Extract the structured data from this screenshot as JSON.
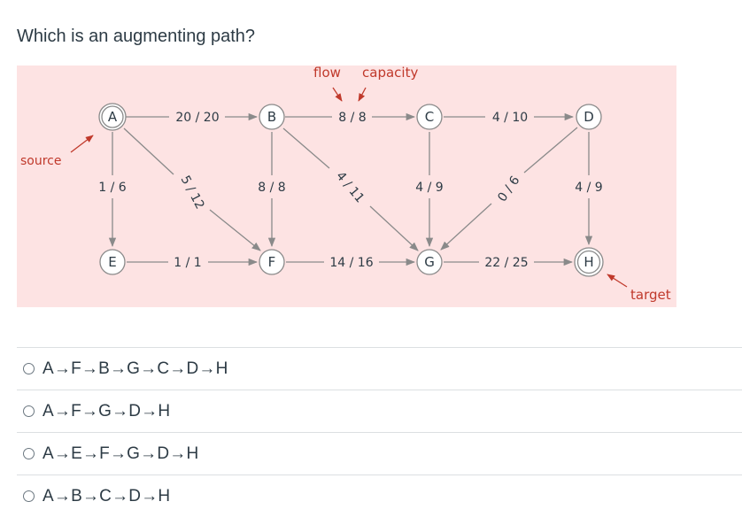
{
  "question": "Which is an augmenting path?",
  "diagram": {
    "colors": {
      "background": "#fde3e3",
      "edge": "#8a8a8a",
      "annotation_arrow": "#c0392b",
      "text": "#2d3b45"
    },
    "legend": {
      "flow": "flow",
      "capacity": "capacity"
    },
    "source_label": "source",
    "target_label": "target",
    "nodes": {
      "A": "A",
      "B": "B",
      "C": "C",
      "D": "D",
      "E": "E",
      "F": "F",
      "G": "G",
      "H": "H"
    },
    "edges": {
      "A_B": "20 / 20",
      "B_C": "8 / 8",
      "C_D": "4 / 10",
      "A_E": "1 / 6",
      "A_F": "5 / 12",
      "B_F": "8 / 8",
      "B_G": "4 / 11",
      "C_G": "4 / 9",
      "D_G": "0 / 6",
      "D_H": "4 / 9",
      "E_F": "1 / 1",
      "F_G": "14 / 16",
      "G_H": "22 / 25"
    }
  },
  "options": [
    "A→F→B→G→C→D→H",
    "A→F→G→D→H",
    "A→E→F→G→D→H",
    "A→B→C→D→H"
  ]
}
